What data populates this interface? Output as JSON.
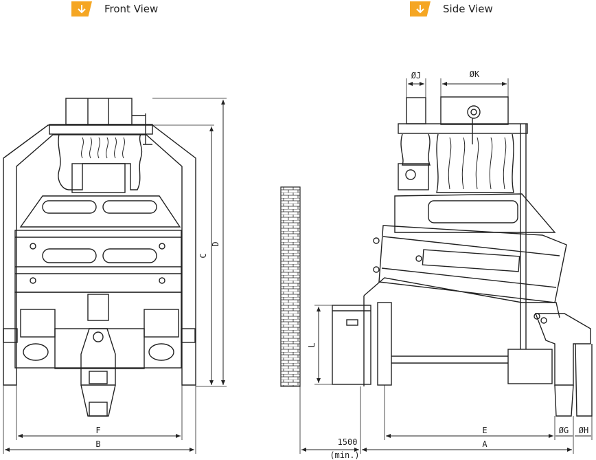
{
  "headers": {
    "front": {
      "title": "Front View",
      "icon": "arrow-down-icon"
    },
    "side": {
      "title": "Side View",
      "icon": "arrow-down-icon"
    }
  },
  "accent_color": "#f5a623",
  "line_color": "#222222",
  "dimensions": {
    "front": {
      "C": "C",
      "D": "D",
      "F": "F",
      "B": "B"
    },
    "side": {
      "J": "ØJ",
      "K": "ØK",
      "L": "L",
      "E": "E",
      "A": "A",
      "G": "ØG",
      "H": "ØH",
      "min_clearance": "1500",
      "min_note": "(min.)"
    }
  }
}
